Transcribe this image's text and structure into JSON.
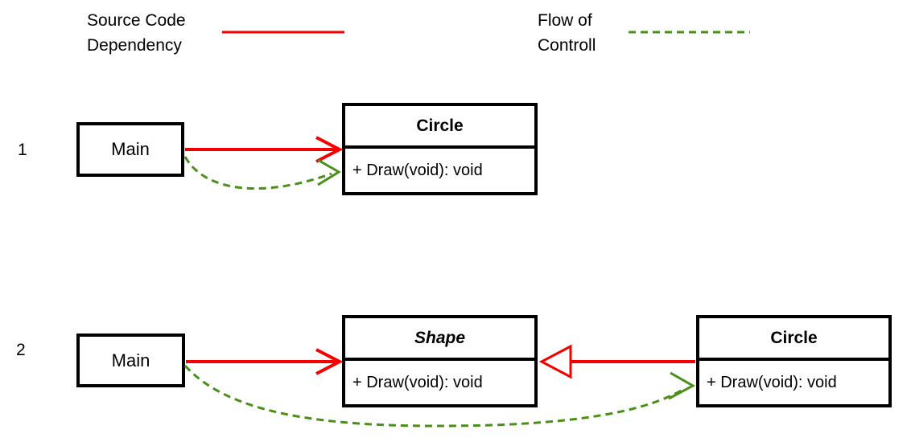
{
  "legend": {
    "dependency": {
      "line1": "Source Code",
      "line2": "Dependency"
    },
    "flow": {
      "line1": "Flow of",
      "line2": "Controll"
    }
  },
  "colors": {
    "background": "#ffffff",
    "dependency_red": "#f40000",
    "flow_green": "#4a8f17",
    "border_black": "#000000",
    "text_black": "#000000"
  },
  "rows": [
    {
      "number": "1",
      "main_label": "Main",
      "classes": [
        {
          "title": "Circle",
          "method": "+ Draw(void): void"
        }
      ]
    },
    {
      "number": "2",
      "main_label": "Main",
      "classes": [
        {
          "title": "Shape",
          "method": "+ Draw(void): void"
        },
        {
          "title": "Circle",
          "method": "+ Draw(void): void"
        }
      ]
    }
  ]
}
